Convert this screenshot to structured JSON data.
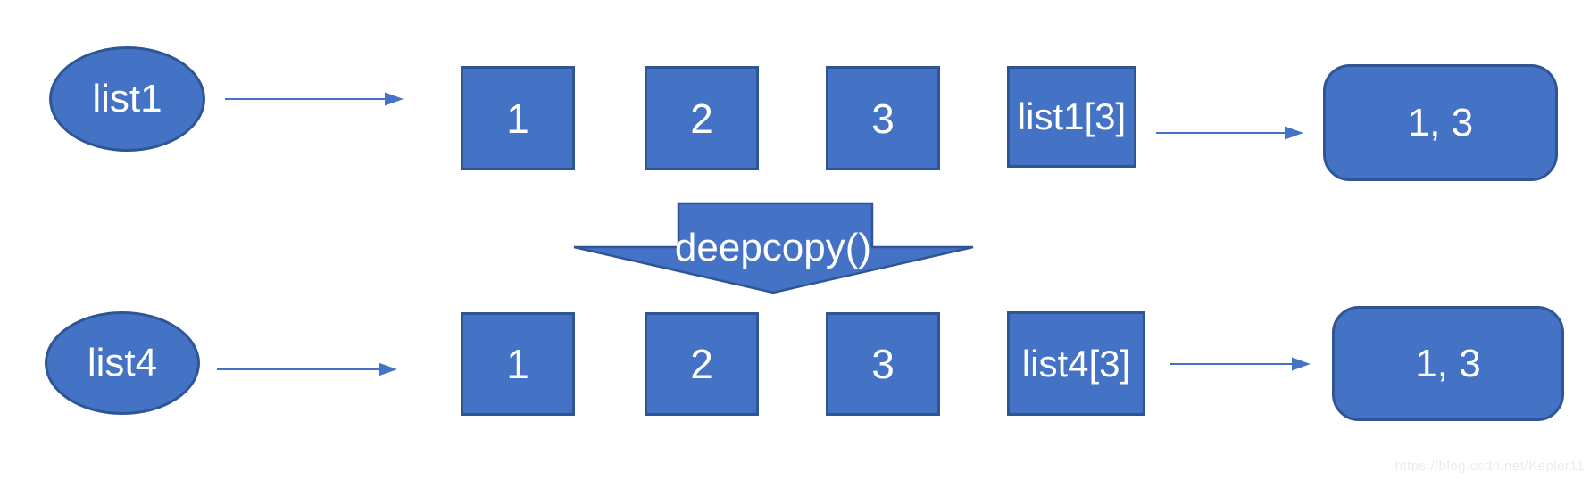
{
  "colors": {
    "shape_fill": "#4472c4",
    "shape_border": "#2f5597",
    "arrow": "#4472c4",
    "label_text": "#ffffff",
    "watermark_text": "#ececec",
    "background": "#ffffff"
  },
  "diagram": {
    "operation_label": "deepcopy()",
    "rows": [
      {
        "source_label": "list1",
        "cells": [
          {
            "label": "1"
          },
          {
            "label": "2"
          },
          {
            "label": "3"
          },
          {
            "label": "list1[3]"
          }
        ],
        "result_label": "1, 3"
      },
      {
        "source_label": "list4",
        "cells": [
          {
            "label": "1"
          },
          {
            "label": "2"
          },
          {
            "label": "3"
          },
          {
            "label": "list4[3]"
          }
        ],
        "result_label": "1, 3"
      }
    ]
  },
  "watermark": {
    "text": "https://blog.csdn.net/Kepler11"
  }
}
